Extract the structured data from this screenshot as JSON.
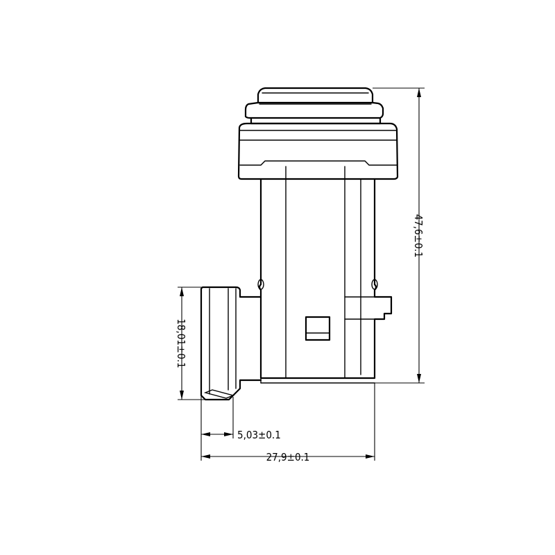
{
  "drawing": {
    "dimensions": {
      "height_total": "47,6±0.1",
      "connector_height": "18,01±0.1",
      "connector_offset": "5,03±0.1",
      "overall_width": "27,9±0.1"
    },
    "colors": {
      "line": "#000000",
      "background": "#ffffff"
    }
  }
}
